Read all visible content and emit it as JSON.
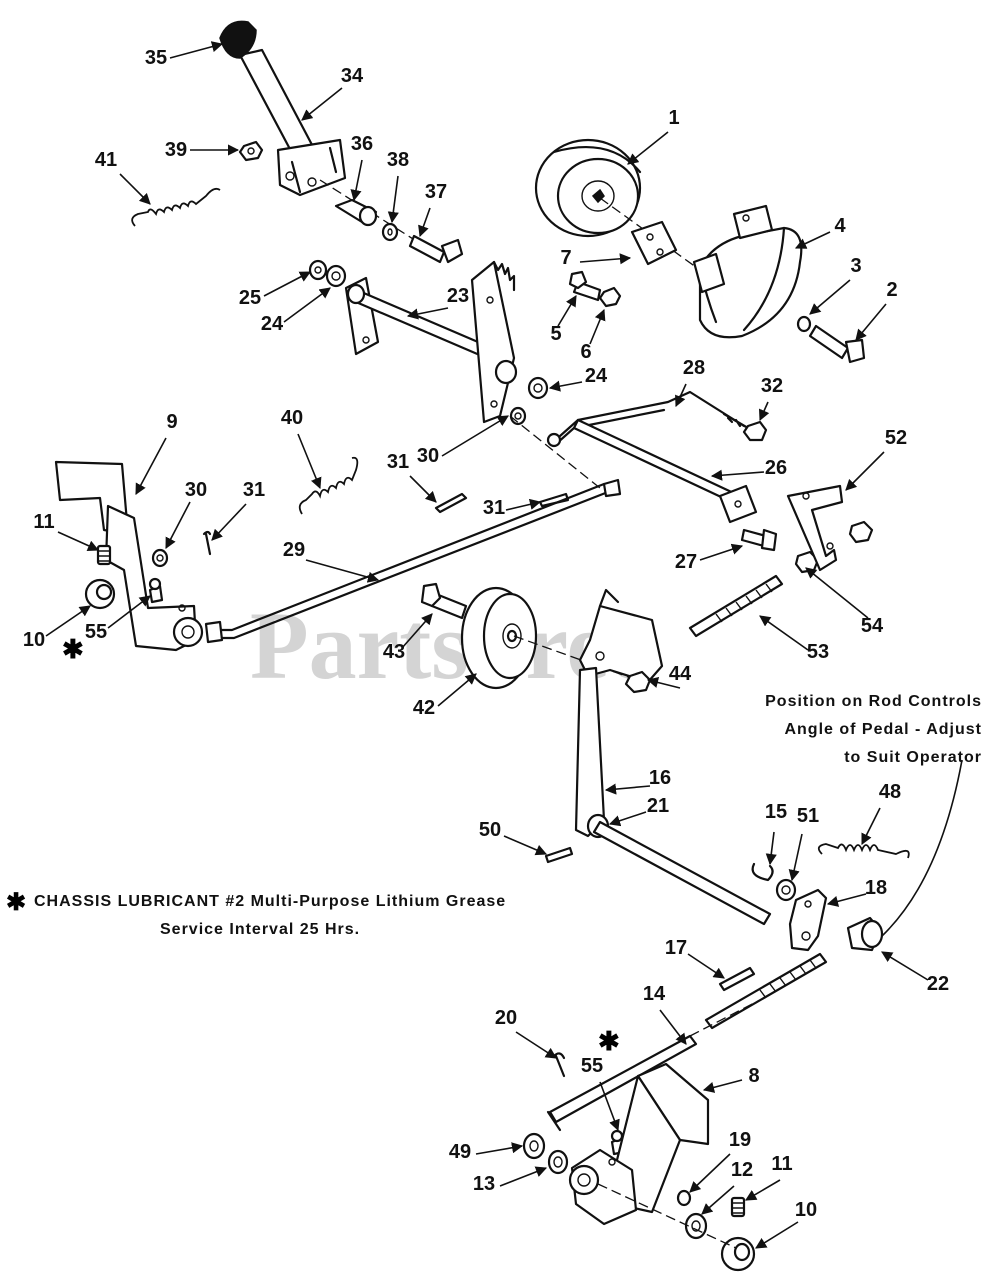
{
  "watermark": "PartsTree",
  "notes": {
    "rod_note_line1": "Position on Rod Controls",
    "rod_note_line2": "Angle of Pedal - Adjust",
    "rod_note_line3": "to Suit Operator",
    "lube_symbol": "✱",
    "lube_line1": "CHASSIS LUBRICANT #2 Multi-Purpose Lithium Grease",
    "lube_line2": "Service Interval 25 Hrs.",
    "asterisk": "✱"
  },
  "callouts": [
    {
      "label": "35"
    },
    {
      "label": "34"
    },
    {
      "label": "39"
    },
    {
      "label": "41"
    },
    {
      "label": "36"
    },
    {
      "label": "38"
    },
    {
      "label": "37"
    },
    {
      "label": "1"
    },
    {
      "label": "4"
    },
    {
      "label": "7"
    },
    {
      "label": "3"
    },
    {
      "label": "2"
    },
    {
      "label": "25"
    },
    {
      "label": "24"
    },
    {
      "label": "23"
    },
    {
      "label": "5"
    },
    {
      "label": "6"
    },
    {
      "label": "24"
    },
    {
      "label": "28"
    },
    {
      "label": "32"
    },
    {
      "label": "40"
    },
    {
      "label": "30"
    },
    {
      "label": "9"
    },
    {
      "label": "31"
    },
    {
      "label": "26"
    },
    {
      "label": "52"
    },
    {
      "label": "30"
    },
    {
      "label": "31"
    },
    {
      "label": "11"
    },
    {
      "label": "31"
    },
    {
      "label": "29"
    },
    {
      "label": "27"
    },
    {
      "label": "10"
    },
    {
      "label": "55"
    },
    {
      "label": "43"
    },
    {
      "label": "53"
    },
    {
      "label": "54"
    },
    {
      "label": "44"
    },
    {
      "label": "42"
    },
    {
      "label": "16"
    },
    {
      "label": "48"
    },
    {
      "label": "21"
    },
    {
      "label": "15"
    },
    {
      "label": "51"
    },
    {
      "label": "50"
    },
    {
      "label": "18"
    },
    {
      "label": "17"
    },
    {
      "label": "22"
    },
    {
      "label": "14"
    },
    {
      "label": "20"
    },
    {
      "label": "55"
    },
    {
      "label": "8"
    },
    {
      "label": "49"
    },
    {
      "label": "13"
    },
    {
      "label": "19"
    },
    {
      "label": "12"
    },
    {
      "label": "11"
    },
    {
      "label": "10"
    }
  ]
}
